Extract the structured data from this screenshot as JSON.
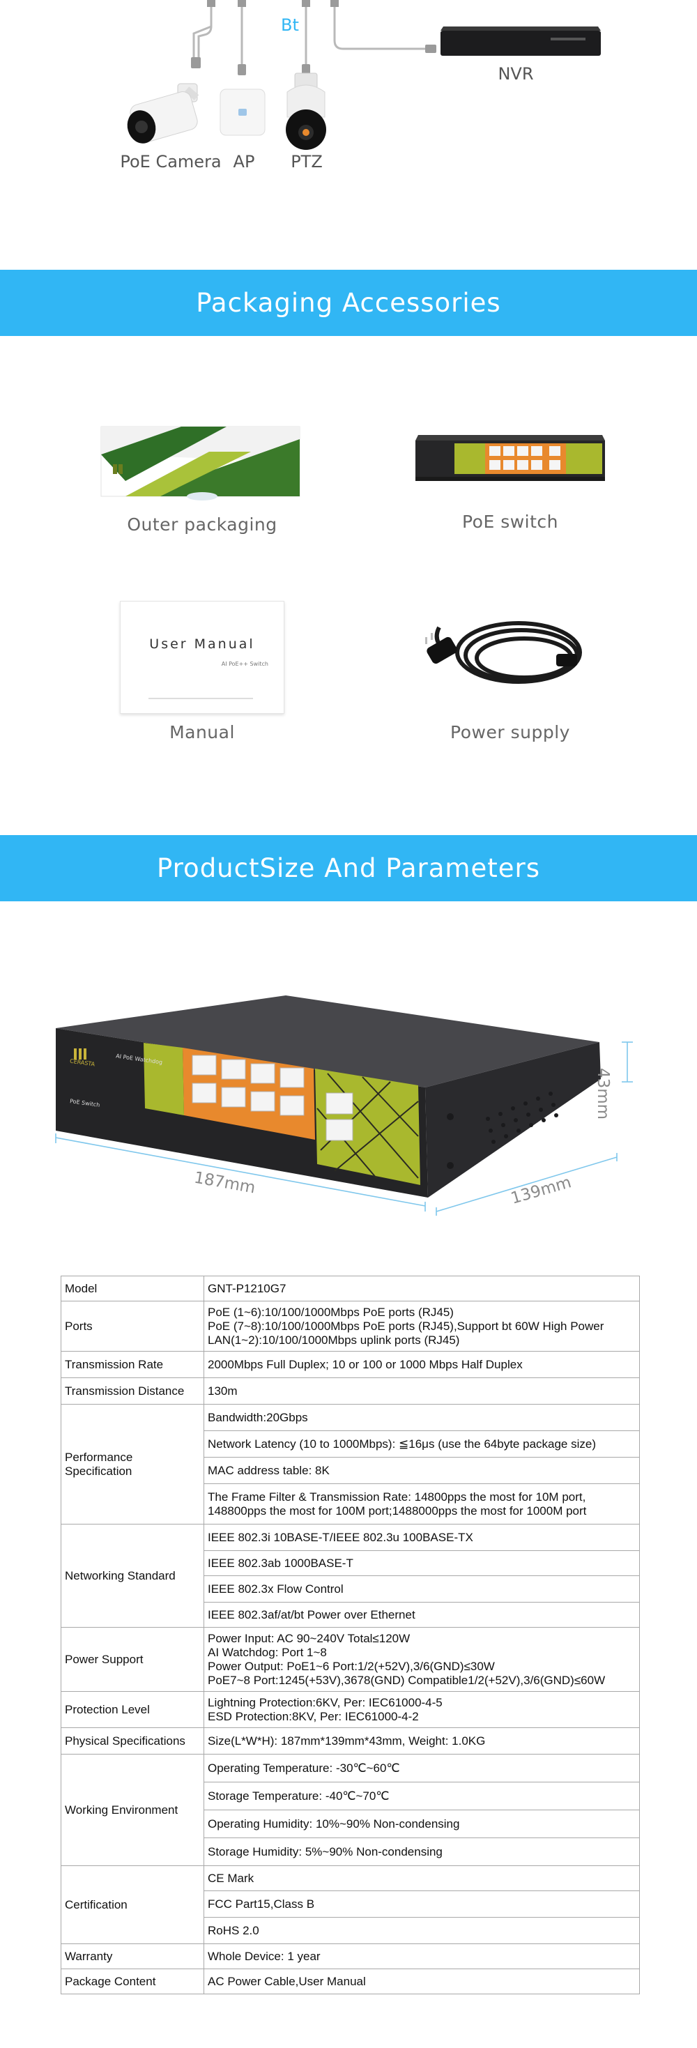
{
  "topology": {
    "protocol_label": "Bt",
    "devices": [
      {
        "label": "PoE Camera"
      },
      {
        "label": "AP"
      },
      {
        "label": "PTZ"
      }
    ],
    "nvr_label": "NVR"
  },
  "sections": {
    "packaging_title": "Packaging Accessories",
    "size_title": "ProductSize And Parameters"
  },
  "accessories": [
    {
      "label": "Outer packaging",
      "icon": "outer-box-icon"
    },
    {
      "label": "PoE switch",
      "icon": "poe-switch-icon"
    },
    {
      "label": "Manual",
      "icon": "manual-icon"
    },
    {
      "label": "Power supply",
      "icon": "power-cable-icon"
    }
  ],
  "manual_card": {
    "title": "User Manual",
    "subtitle": "AI PoE++ Switch"
  },
  "product": {
    "brand": "CERASTA",
    "model_text": "AI PoE Watchdog",
    "panel_label": "PoE Switch",
    "dim_length": "187mm",
    "dim_width": "139mm",
    "dim_height": "43mm",
    "colors": {
      "accent": "#e8892d",
      "panel": "#b7c234",
      "body": "#2f2f33"
    }
  },
  "specs": {
    "model": {
      "key": "Model",
      "value": "GNT-P1210G7"
    },
    "ports": {
      "key": "Ports",
      "lines": [
        "PoE (1~6):10/100/1000Mbps PoE ports (RJ45)",
        "PoE (7~8):10/100/1000Mbps PoE ports (RJ45),Support bt 60W High Power",
        "LAN(1~2):10/100/1000Mbps uplink ports (RJ45)"
      ]
    },
    "rate": {
      "key": "Transmission Rate",
      "value": "2000Mbps Full Duplex; 10 or 100 or 1000 Mbps Half Duplex"
    },
    "distance": {
      "key": "Transmission Distance",
      "value": "130m"
    },
    "performance": {
      "key": "Performance Specification",
      "rows": [
        "Bandwidth:20Gbps",
        "Network Latency (10 to 1000Mbps): ≦16μs (use the 64byte package size)",
        "MAC address table: 8K",
        "The Frame Filter & Transmission Rate: 14800pps the most for 10M port, 148800pps the most for 100M port;1488000pps the most for 1000M port"
      ]
    },
    "networking": {
      "key": "Networking Standard",
      "rows": [
        "IEEE 802.3i 10BASE-T/IEEE 802.3u 100BASE-TX",
        "IEEE 802.3ab 1000BASE-T",
        "IEEE 802.3x Flow Control",
        "IEEE 802.3af/at/bt Power over Ethernet"
      ]
    },
    "power": {
      "key": "Power Support",
      "lines": [
        "Power Input: AC 90~240V Total≤120W",
        "AI Watchdog: Port 1~8",
        "Power Output: PoE1~6 Port:1/2(+52V),3/6(GND)≤30W",
        "PoE7~8 Port:1245(+53V),3678(GND) Compatible1/2(+52V),3/6(GND)≤60W"
      ]
    },
    "protection": {
      "key": "Protection Level",
      "lines": [
        "Lightning Protection:6KV, Per: IEC61000-4-5",
        "ESD Protection:8KV, Per: IEC61000-4-2"
      ]
    },
    "physical": {
      "key": "Physical Specifications",
      "value": "Size(L*W*H): 187mm*139mm*43mm, Weight: 1.0KG"
    },
    "environment": {
      "key": "Working Environment",
      "rows": [
        "Operating Temperature: -30℃~60℃",
        "Storage Temperature: -40℃~70℃",
        "Operating Humidity: 10%~90% Non-condensing",
        "Storage Humidity: 5%~90% Non-condensing"
      ]
    },
    "certification": {
      "key": "Certification",
      "rows": [
        "CE Mark",
        "FCC Part15,Class B",
        "RoHS 2.0"
      ]
    },
    "warranty": {
      "key": "Warranty",
      "value": "Whole Device: 1 year"
    },
    "package": {
      "key": "Package Content",
      "value": "AC Power Cable,User Manual"
    }
  }
}
